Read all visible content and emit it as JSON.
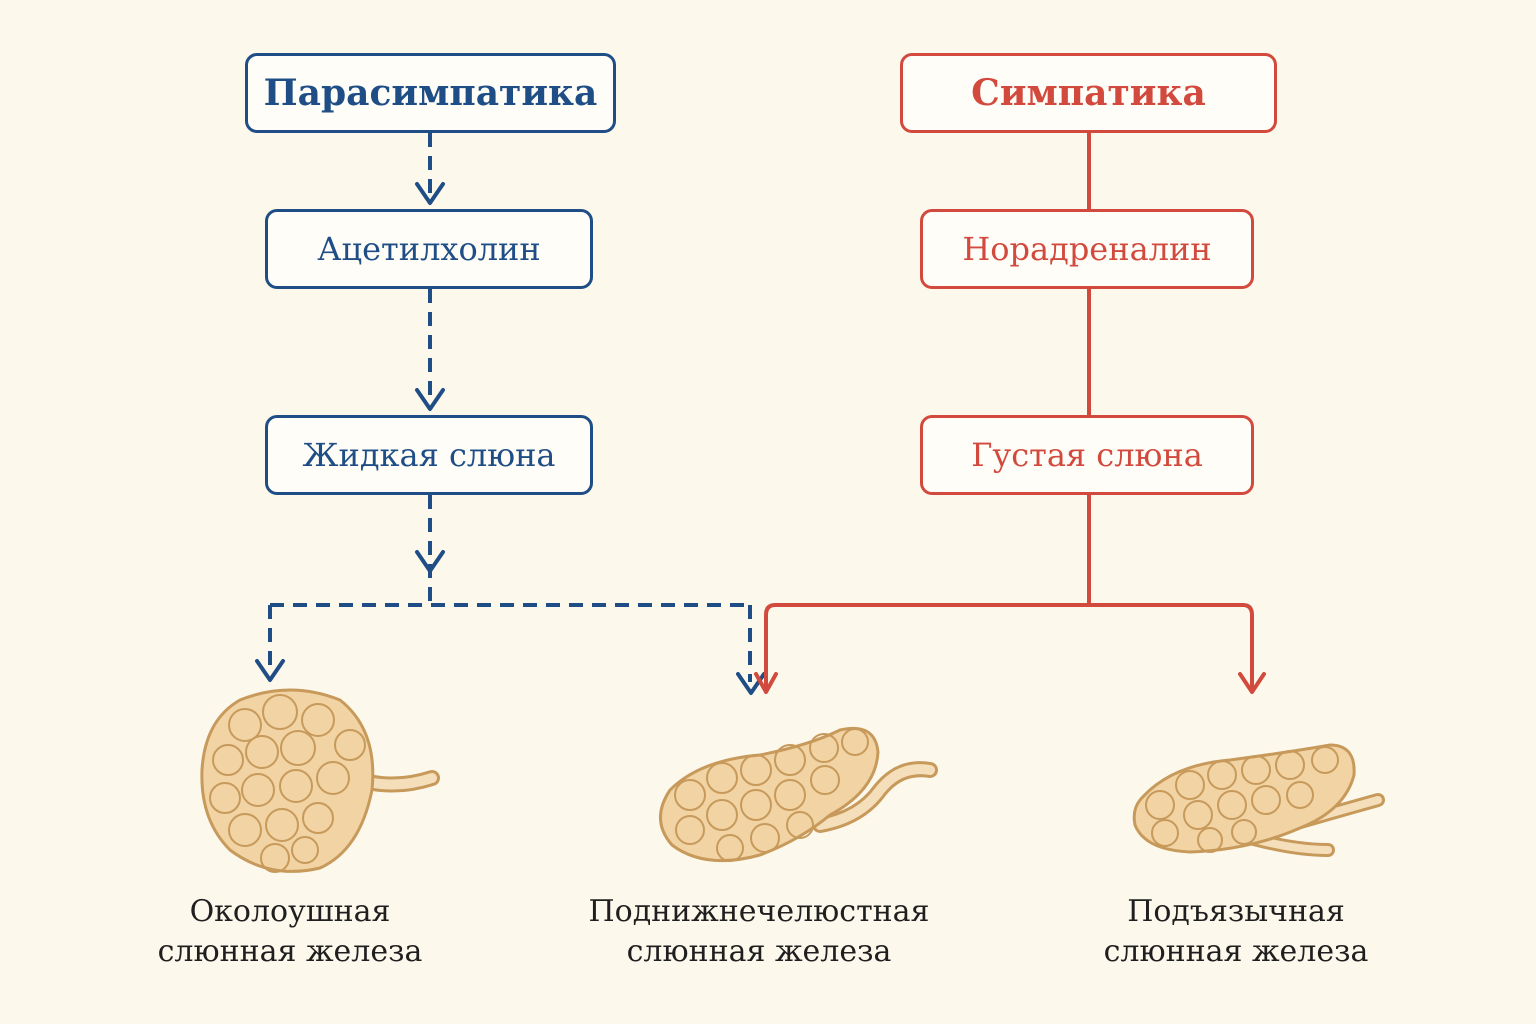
{
  "colors": {
    "parasympathetic": "#1f4e87",
    "sympathetic": "#d24a3e",
    "background": "#fdf8ec",
    "gland_fill": "#f1d3a4",
    "gland_stroke": "#c79a5b"
  },
  "parasympathetic": {
    "title": "Парасимпатика",
    "mediator": "Ацетилхолин",
    "saliva": "Жидкая слюна"
  },
  "sympathetic": {
    "title": "Симпатика",
    "mediator": "Норадреналин",
    "saliva": "Густая слюна"
  },
  "glands": [
    {
      "line1": "Околоушная",
      "line2": "слюнная железа"
    },
    {
      "line1": "Поднижнечелюстная",
      "line2": "слюнная железа"
    },
    {
      "line1": "Подъязычная",
      "line2": "слюнная железа"
    }
  ]
}
